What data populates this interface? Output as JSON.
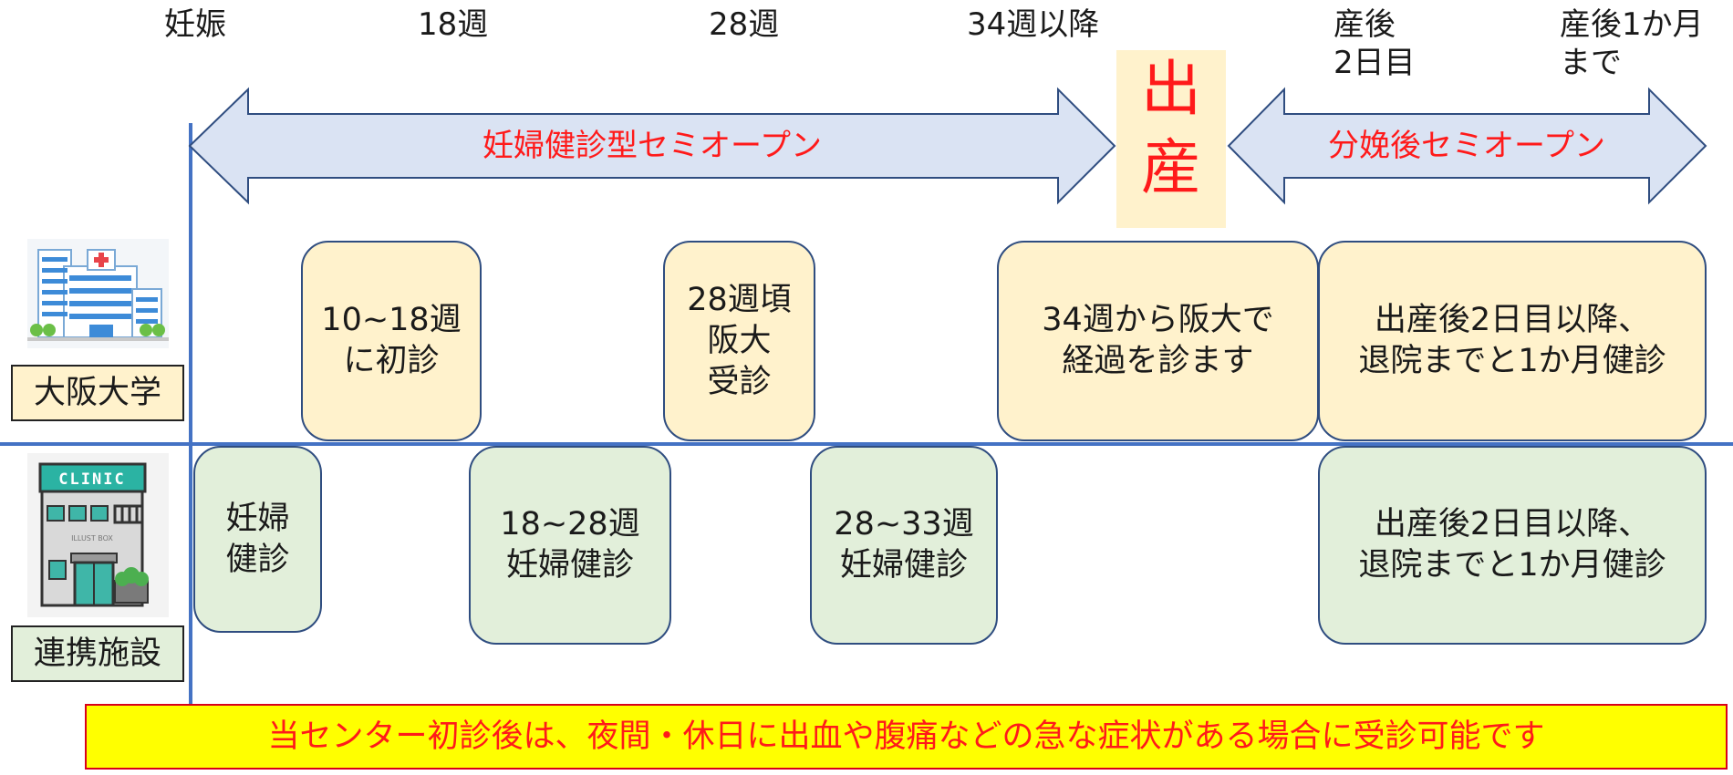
{
  "header": {
    "pregnancy": "妊娠",
    "week18": "18週",
    "week28": "28週",
    "week34": "34週以降",
    "postpartum_day2": "産後\n2日目",
    "postpartum_1m": "産後1か月\nまで"
  },
  "arrows": {
    "left": "妊婦健診型セミオープン",
    "right": "分娩後セミオープン"
  },
  "birth": {
    "line1": "出",
    "line2": "産"
  },
  "rows": {
    "osaka": {
      "label": "大阪大学",
      "icon": "hospital-icon",
      "boxes": [
        "10~18週\nに初診",
        "28週頃\n阪大\n受診",
        "34週から阪大で\n経過を診ます",
        "出産後2日目以降、\n退院までと1か月健診"
      ]
    },
    "clinic": {
      "label": "連携施設",
      "icon": "clinic-icon",
      "icon_sign": "CLINIC",
      "icon_small": "ILLUST BOX",
      "boxes": [
        "妊婦\n健診",
        "18~28週\n妊婦健診",
        "28~33週\n妊婦健診",
        "出産後2日目以降、\n退院までと1か月健診"
      ]
    }
  },
  "notice": "当センター初診後は、夜間・休日に出血や腹痛などの急な症状がある場合に受診可能です",
  "colors": {
    "grid_line": "#4472c4",
    "arrow_fill": "#dae3f3",
    "arrow_stroke": "#2f4d80",
    "osaka_box": "#fff2cc",
    "clinic_box": "#e2efda",
    "accent_red": "#ff1a1a",
    "notice_bg": "#ffff00"
  }
}
